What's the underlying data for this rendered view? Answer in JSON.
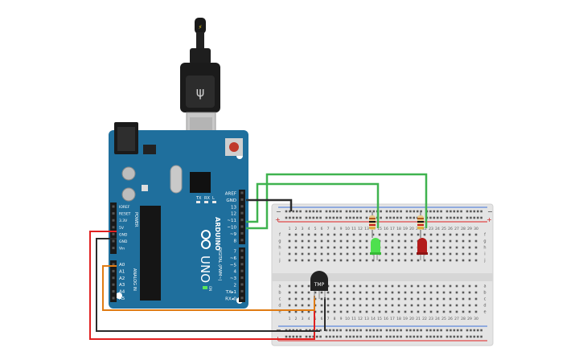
{
  "arduino": {
    "brand": "ARDUINO",
    "model": "UNO",
    "on_label": "ON",
    "tx_label": "TX",
    "rx_label": "RX",
    "l_label": "L",
    "power_header": "POWER",
    "analog_header": "ANALOG IN",
    "digital_header": "DIGITAL (PWM~)",
    "power_pins": [
      "IOREF",
      "RESET",
      "3.3V",
      "5V",
      "GND",
      "GND",
      "Vin"
    ],
    "analog_pins": [
      "A0",
      "A1",
      "A2",
      "A3",
      "A4",
      "A5"
    ],
    "digital_top_pins": [
      "AREF",
      "GND",
      "13",
      "12",
      "~11",
      "~10",
      "~9",
      "8"
    ],
    "digital_bottom_pins": [
      "7",
      "~6",
      "~5",
      "4",
      "~3",
      "2",
      "TX▸1",
      "RX◂0"
    ]
  },
  "breadboard": {
    "row_letters_top": [
      "f",
      "g",
      "h",
      "i",
      "j"
    ],
    "row_letters_bottom": [
      "a",
      "b",
      "c",
      "d",
      "e"
    ],
    "column_numbers": [
      "1",
      "2",
      "3",
      "4",
      "5",
      "6",
      "7",
      "8",
      "9",
      "10",
      "11",
      "12",
      "13",
      "14",
      "15",
      "16",
      "17",
      "18",
      "19",
      "20",
      "21",
      "22",
      "23",
      "24",
      "25",
      "26",
      "27",
      "28",
      "29",
      "30"
    ],
    "rail_plus": "+",
    "rail_minus": "−"
  },
  "sensor": {
    "label": "TMP"
  },
  "colors": {
    "board": "#1f6f9d",
    "wire_green": "#3fb34f",
    "wire_black": "#2b2b2b",
    "wire_red": "#e02020",
    "wire_orange": "#e07b12",
    "led_green": "#4ee04e",
    "led_red": "#b31b1b",
    "breadboard": "#e4e4e4"
  }
}
